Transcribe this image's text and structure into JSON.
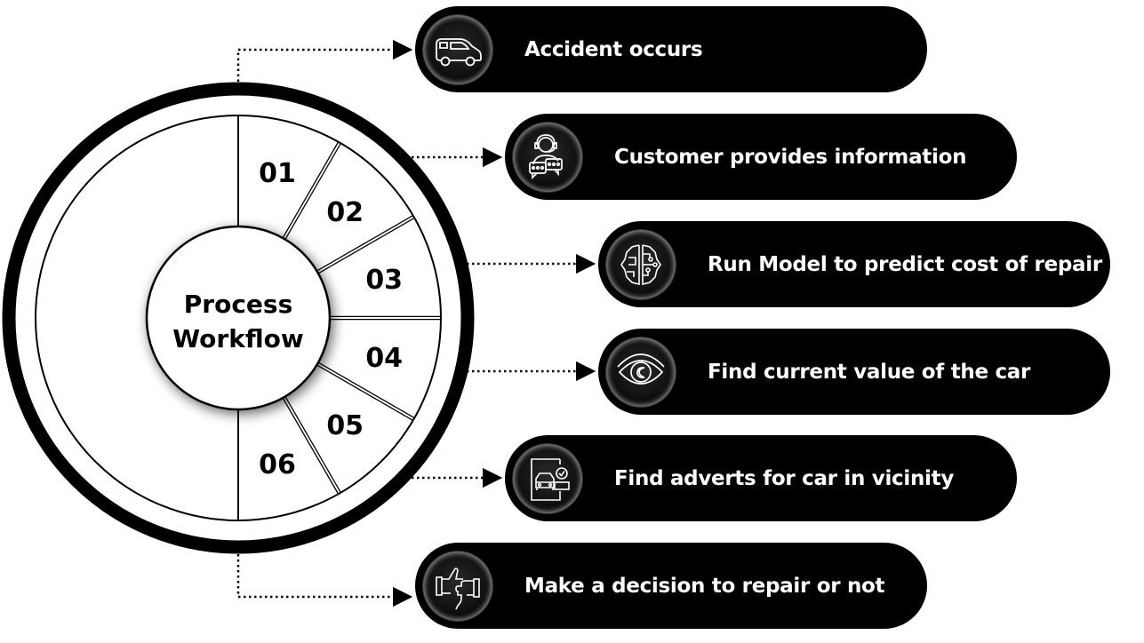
{
  "diagram": {
    "center_title_line1": "Process",
    "center_title_line2": "Workflow",
    "steps": [
      {
        "number": "01",
        "label": "Accident occurs",
        "icon": "car-icon"
      },
      {
        "number": "02",
        "label": "Customer provides information",
        "icon": "customer-support-chat-icon"
      },
      {
        "number": "03",
        "label": "Run Model to predict cost of repair",
        "icon": "ai-brain-circuit-icon"
      },
      {
        "number": "04",
        "label": "Find current value of the car",
        "icon": "eye-icon"
      },
      {
        "number": "05",
        "label": "Find adverts for car in vicinity",
        "icon": "car-advert-check-icon"
      },
      {
        "number": "06",
        "label": "Make a decision to repair or not",
        "icon": "thumbs-up-down-icon"
      }
    ]
  },
  "colors": {
    "primary": "#000000",
    "background": "#ffffff",
    "text_on_pill": "#ffffff"
  }
}
